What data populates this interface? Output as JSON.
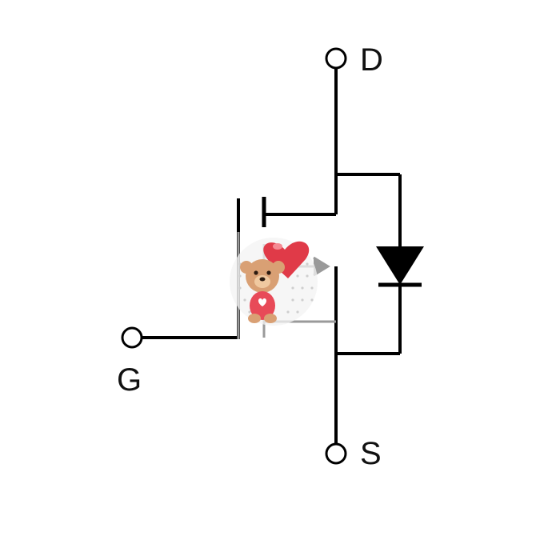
{
  "diagram": {
    "type": "mosfet-symbol",
    "terminals": {
      "drain": "D",
      "gate": "G",
      "source": "S"
    },
    "colors": {
      "wire": "#000000",
      "background": "#ffffff",
      "channel_overlay": "#9a9a9a",
      "sticker_heart": "#e03a48",
      "sticker_bear": "#d9a074",
      "sticker_shirt": "#e84a58"
    },
    "icons": {
      "sticker": "teddy-bear-with-heart-icon",
      "diode": "body-diode-icon"
    }
  }
}
